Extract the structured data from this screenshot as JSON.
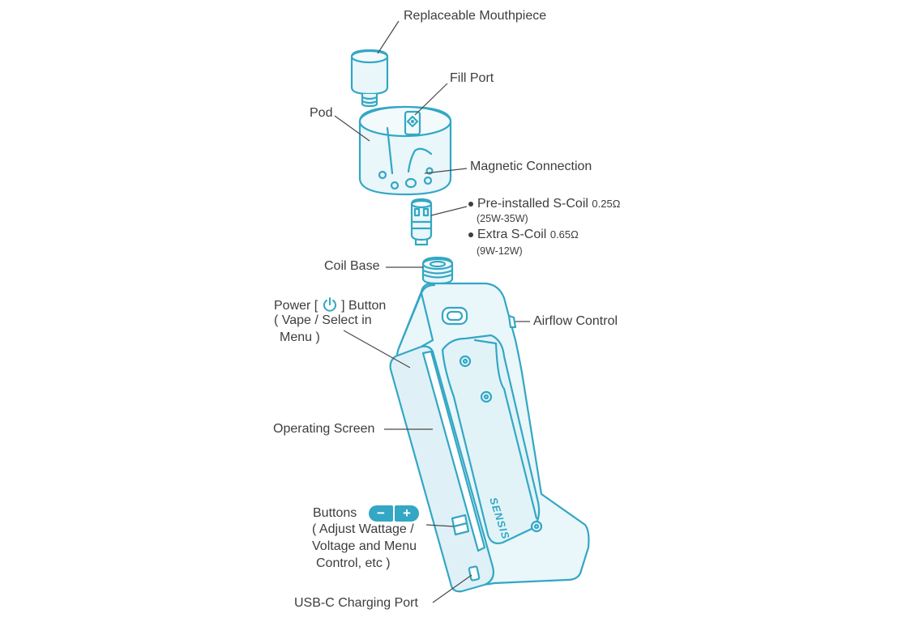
{
  "colors": {
    "outline": "#33a7c4",
    "fill": "#e9f6fa",
    "fill_dark": "#d3edf4",
    "text": "#3d3d3d",
    "leader": "#4a4a4a"
  },
  "labels": {
    "mouthpiece": "Replaceable Mouthpiece",
    "fill_port": "Fill Port",
    "pod": "Pod",
    "magnetic": "Magnetic Connection",
    "coil_preinstalled": "Pre-installed S-Coil",
    "coil_preinstalled_ohm": "0.25Ω",
    "coil_preinstalled_range": "(25W-35W)",
    "coil_extra": "Extra S-Coil",
    "coil_extra_ohm": "0.65Ω",
    "coil_extra_range": "(9W-12W)",
    "coil_base": "Coil Base",
    "power_prefix": "Power [",
    "power_suffix": "] Button",
    "power_line2": "( Vape / Select in",
    "power_line3": "Menu )",
    "airflow": "Airflow Control",
    "screen": "Operating Screen",
    "buttons": "Buttons",
    "buttons_line2": "( Adjust Wattage /",
    "buttons_line3": "Voltage and Menu",
    "buttons_line4": "Control, etc )",
    "usb": "USB-C Charging Port",
    "minus": "−",
    "plus": "+",
    "brand": "SENSIS"
  },
  "icons": {
    "power": "power-icon"
  }
}
